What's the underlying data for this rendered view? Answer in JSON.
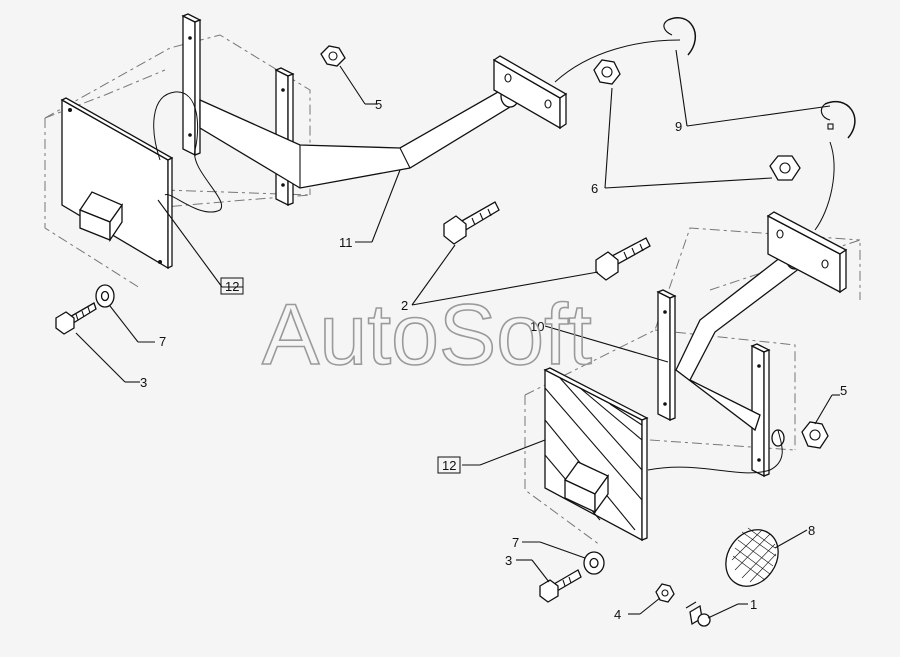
{
  "watermark": "AutoSoft",
  "callouts": {
    "c1": "1",
    "c2": "2",
    "c3_left": "3",
    "c3_right": "3",
    "c4": "4",
    "c5_top": "5",
    "c5_right": "5",
    "c6": "6",
    "c7_left": "7",
    "c7_right": "7",
    "c8": "8",
    "c9": "9",
    "c10": "10",
    "c11": "11",
    "c12_left": "12",
    "c12_right": "12"
  }
}
